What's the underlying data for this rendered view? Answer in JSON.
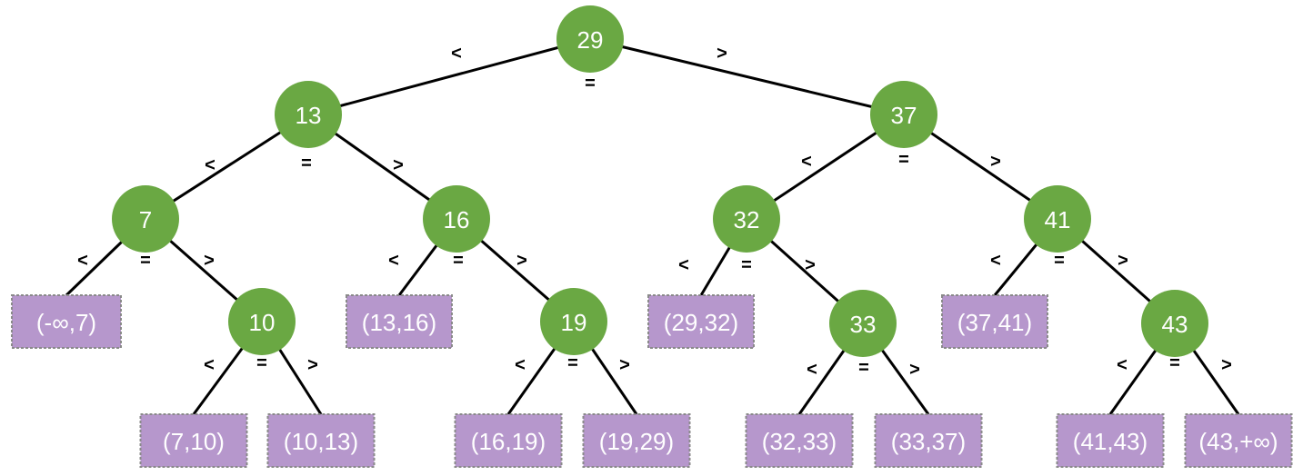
{
  "comparators": {
    "lt": "<",
    "eq": "=",
    "gt": ">"
  },
  "colors": {
    "node": "#6aa843",
    "leaf": "#b697cc",
    "leaf_border": "#8a8a8a",
    "edge": "#000000"
  },
  "nodes": [
    {
      "id": "n29",
      "label": "29"
    },
    {
      "id": "n13",
      "label": "13"
    },
    {
      "id": "n37",
      "label": "37"
    },
    {
      "id": "n7",
      "label": "7"
    },
    {
      "id": "n16",
      "label": "16"
    },
    {
      "id": "n32",
      "label": "32"
    },
    {
      "id": "n41",
      "label": "41"
    },
    {
      "id": "n10",
      "label": "10"
    },
    {
      "id": "n19",
      "label": "19"
    },
    {
      "id": "n33",
      "label": "33"
    },
    {
      "id": "n43",
      "label": "43"
    }
  ],
  "leaves": [
    {
      "id": "l1",
      "label": "(-∞,7)"
    },
    {
      "id": "l2",
      "label": "(13,16)"
    },
    {
      "id": "l3",
      "label": "(29,32)"
    },
    {
      "id": "l4",
      "label": "(37,41)"
    },
    {
      "id": "l5",
      "label": "(7,10)"
    },
    {
      "id": "l6",
      "label": "(10,13)"
    },
    {
      "id": "l7",
      "label": "(16,19)"
    },
    {
      "id": "l8",
      "label": "(19,29)"
    },
    {
      "id": "l9",
      "label": "(32,33)"
    },
    {
      "id": "l10",
      "label": "(33,37)"
    },
    {
      "id": "l11",
      "label": "(41,43)"
    },
    {
      "id": "l12",
      "label": "(43,+∞)"
    }
  ]
}
